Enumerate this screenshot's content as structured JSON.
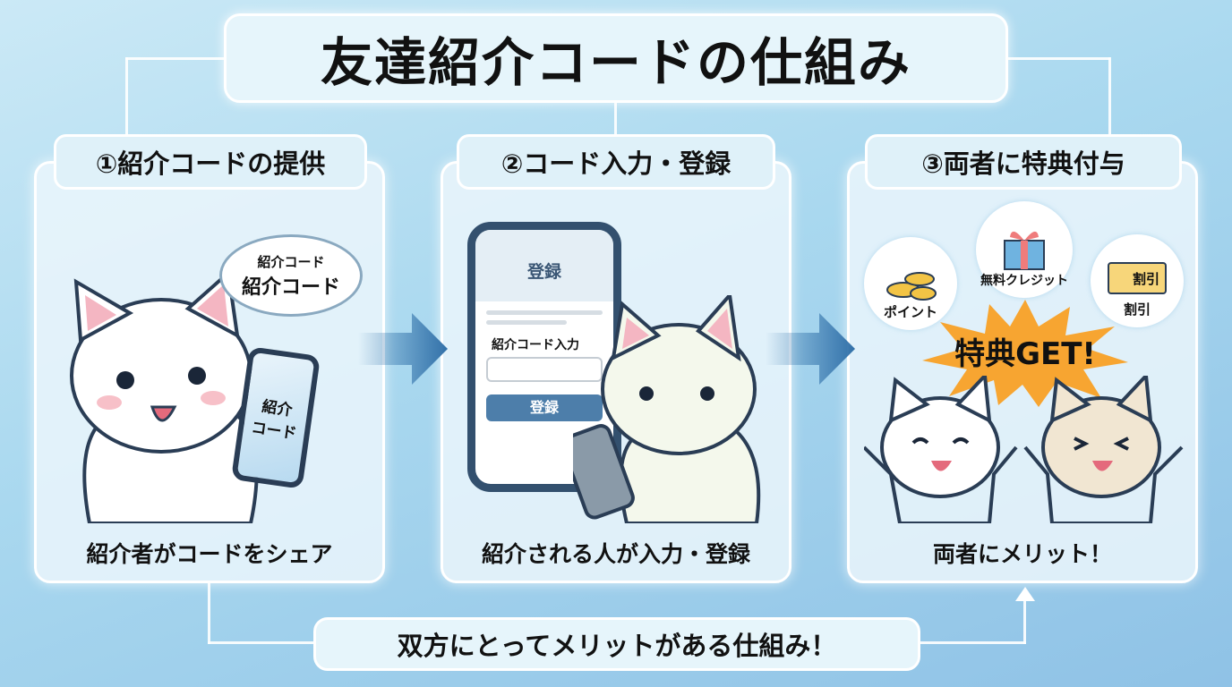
{
  "title": "友達紹介コードの仕組み",
  "steps": [
    {
      "header": "①紹介コードの提供",
      "caption": "紹介者がコードをシェア",
      "bubble_small": "紹介コード",
      "bubble_large": "紹介コード",
      "phone_text_1": "紹介",
      "phone_text_2": "コード"
    },
    {
      "header": "②コード入力・登録",
      "caption": "紹介される人が入力・登録",
      "screen_title": "登録",
      "field_label": "紹介コード入力",
      "button_label": "登録"
    },
    {
      "header": "③両者に特典付与",
      "caption": "両者にメリット！",
      "rewards": [
        {
          "label": "ポイント",
          "icon": "coins-icon"
        },
        {
          "label": "無料クレジット",
          "icon": "gift-icon"
        },
        {
          "label": "割引",
          "icon": "ticket-icon",
          "ticket_text": "割引"
        }
      ],
      "burst": "特典GET!"
    }
  ],
  "footer": "双方にとってメリットがある仕組み！",
  "colors": {
    "accent": "#2f6fa8",
    "burst": "#f7a531",
    "panel": "#ebf6fc"
  }
}
